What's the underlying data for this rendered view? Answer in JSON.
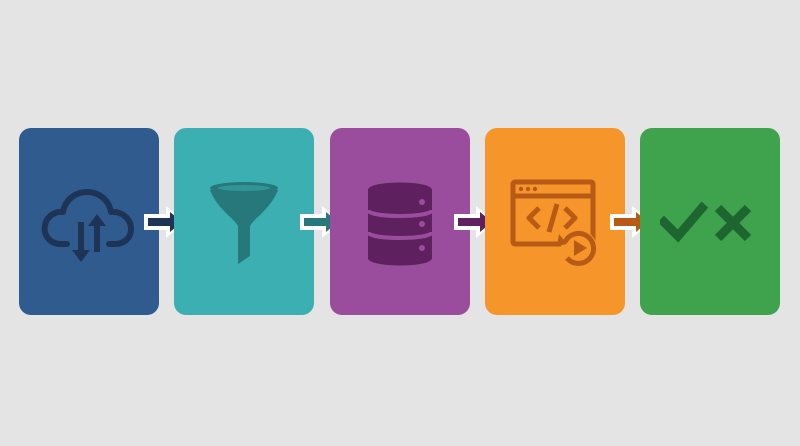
{
  "diagram": {
    "background": "#e4e4e4",
    "steps": [
      {
        "id": "cloud-sync",
        "icon": "cloud-upload-download-icon",
        "color": "#2f5b8f",
        "icon_color": "#1d3456"
      },
      {
        "id": "filter",
        "icon": "funnel-icon",
        "color": "#3cafb2",
        "icon_color": "#27787b"
      },
      {
        "id": "store",
        "icon": "database-icon",
        "color": "#9a4d9c",
        "icon_color": "#5e205f"
      },
      {
        "id": "execute-code",
        "icon": "code-window-play-icon",
        "color": "#f5952a",
        "icon_color": "#b85a16"
      },
      {
        "id": "validate",
        "icon": "check-cross-icon",
        "color": "#3fa34d",
        "icon_color": "#1e6630"
      }
    ],
    "connectors": [
      {
        "icon": "arrow-right-icon",
        "color": "#1d3456"
      },
      {
        "icon": "arrow-right-icon",
        "color": "#27787b"
      },
      {
        "icon": "arrow-right-icon",
        "color": "#5e205f"
      },
      {
        "icon": "arrow-right-icon",
        "color": "#b85a16"
      }
    ]
  }
}
